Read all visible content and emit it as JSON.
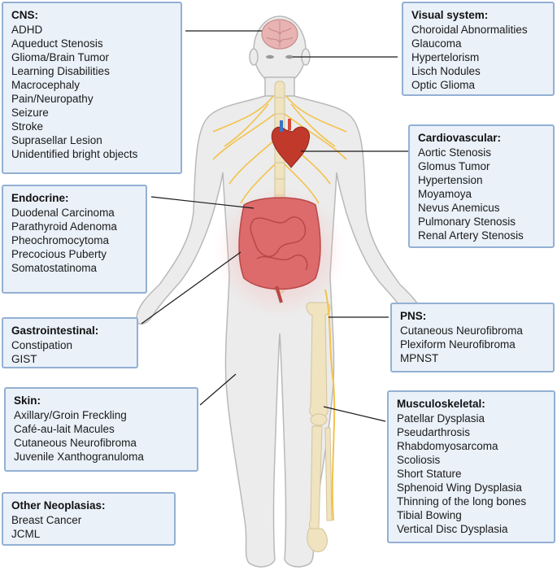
{
  "boxes": {
    "cns": {
      "title": "CNS:",
      "items": [
        "ADHD",
        "Aqueduct Stenosis",
        "Glioma/Brain Tumor",
        "Learning Disabilities",
        "Macrocephaly",
        "Pain/Neuropathy",
        "Seizure",
        "Stroke",
        "Suprasellar Lesion",
        "Unidentified bright objects"
      ]
    },
    "visual": {
      "title": "Visual system:",
      "items": [
        "Choroidal Abnormalities",
        "Glaucoma",
        "Hypertelorism",
        "Lisch Nodules",
        "Optic Glioma"
      ]
    },
    "cardio": {
      "title": "Cardiovascular:",
      "items": [
        "Aortic Stenosis",
        "Glomus Tumor",
        "Hypertension",
        "Moyamoya",
        "Nevus Anemicus",
        "Pulmonary Stenosis",
        "Renal Artery Stenosis"
      ]
    },
    "endocrine": {
      "title": "Endocrine:",
      "items": [
        "Duodenal Carcinoma",
        "Parathyroid Adenoma",
        "Pheochromocytoma",
        "Precocious Puberty",
        "Somatostatinoma"
      ]
    },
    "gastro": {
      "title": "Gastrointestinal:",
      "items": [
        "Constipation",
        "GIST"
      ]
    },
    "pns": {
      "title": "PNS:",
      "items": [
        "Cutaneous Neurofibroma",
        "Plexiform Neurofibroma",
        "MPNST"
      ]
    },
    "skin": {
      "title": "Skin:",
      "items": [
        "Axillary/Groin Freckling",
        "Café-au-lait Macules",
        "Cutaneous Neurofibroma",
        "Juvenile Xanthogranuloma"
      ]
    },
    "musculo": {
      "title": "Musculoskeletal:",
      "items": [
        "Patellar Dysplasia",
        "Pseudarthrosis",
        "Rhabdomyosarcoma",
        "Scoliosis",
        "Short Stature",
        "Sphenoid Wing Dysplasia",
        "Thinning of the long bones",
        "Tibial Bowing",
        "Vertical Disc Dysplasia"
      ]
    },
    "other": {
      "title": "Other Neoplasias:",
      "items": [
        "Breast Cancer",
        "JCML"
      ]
    }
  },
  "colors": {
    "box_fill": "#eaf1f9",
    "box_border": "#93b0d3",
    "body_fill": "#ececec",
    "body_outline": "#b9b9b9",
    "brain": "#e8b3b3",
    "heart": "#c0392b",
    "intestine": "#dd6b6b",
    "nerve": "#f3c24a",
    "bone": "#efe3c0"
  },
  "icons": [
    "brain-icon",
    "heart-icon",
    "intestine-icon",
    "spine-icon",
    "leg-bone-icon",
    "human-body-icon"
  ]
}
